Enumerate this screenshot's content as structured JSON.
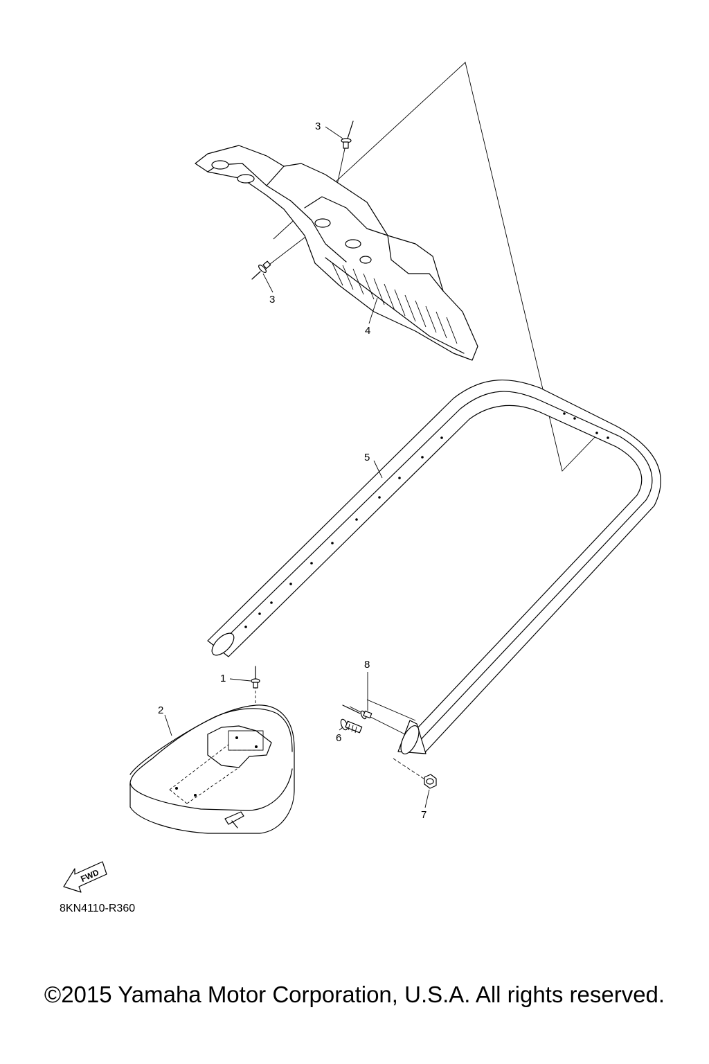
{
  "diagram": {
    "callouts": [
      "1",
      "2",
      "3",
      "3",
      "4",
      "5",
      "6",
      "7",
      "8"
    ],
    "fwd_label": "FWD",
    "code": "8KN4110-R360"
  },
  "footer": {
    "copyright": "©2015 Yamaha Motor Corporation, U.S.A. All rights reserved."
  }
}
